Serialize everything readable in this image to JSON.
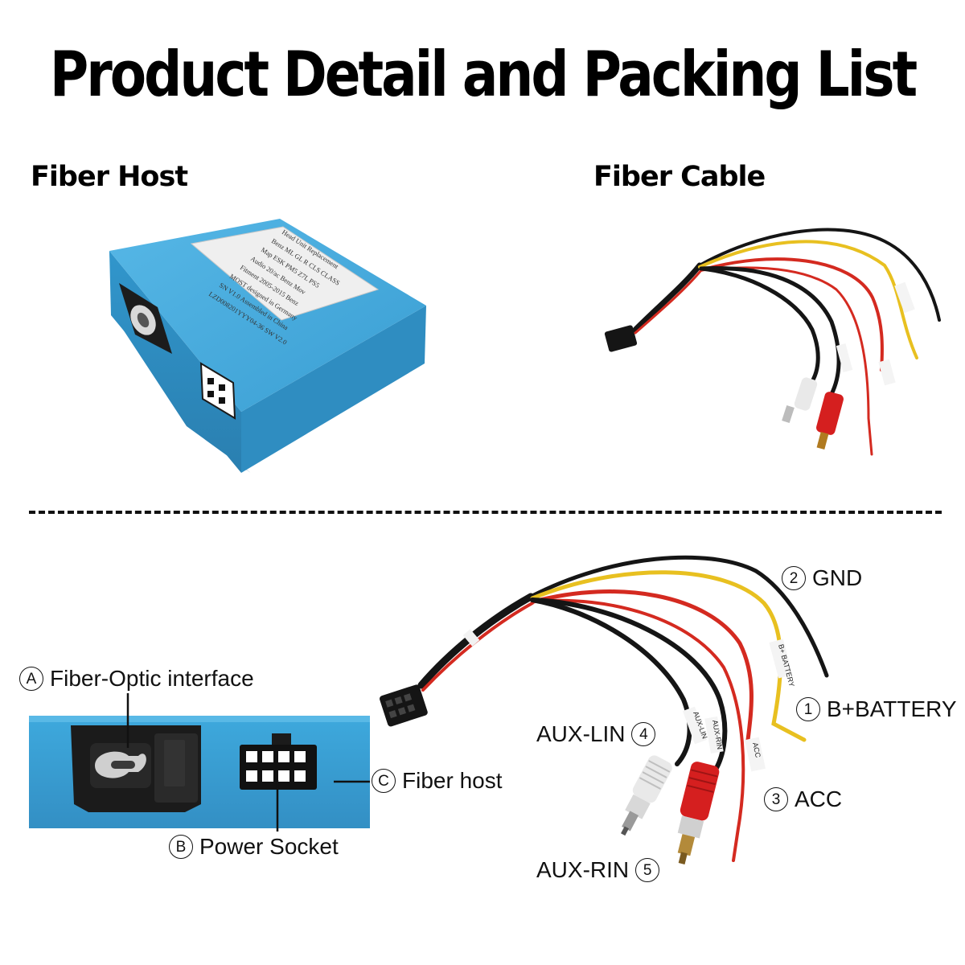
{
  "title": "Product Detail and Packing List",
  "sections": {
    "host_label": "Fiber Host",
    "cable_label": "Fiber Cable"
  },
  "host_sticker_lines": [
    "Head Unit Replacement",
    "Benz   ML GL R CLS CLASS",
    "Map    ESK PM5 Z7L PS5",
    "Audio  20/ac Benz Mov",
    "Fitment 2005-2015 Benz",
    "MOST   designed in Germany",
    "SN V1.0  Assembled in China",
    "LZD008201YYY04-36   SW V2.0"
  ],
  "callouts": {
    "a": {
      "marker": "A",
      "text": "Fiber-Optic interface"
    },
    "b": {
      "marker": "B",
      "text": "Power Socket"
    },
    "c": {
      "marker": "C",
      "text": "Fiber host"
    },
    "gnd": {
      "marker": "2",
      "text": "GND"
    },
    "battery": {
      "marker": "1",
      "text": "B+BATTERY"
    },
    "aux_lin": {
      "marker": "4",
      "text": "AUX-LIN"
    },
    "acc": {
      "marker": "3",
      "text": "ACC"
    },
    "aux_rin": {
      "marker": "5",
      "text": "AUX-RIN"
    }
  },
  "wire_tags": {
    "battery": "B+ BATTERY",
    "acc": "ACC",
    "aux_lin": "AUX-LIN",
    "aux_rin": "AUX-RIN"
  },
  "colors": {
    "host_blue": "#3aa6d8",
    "host_blue_dark": "#2b84b3",
    "wire_red": "#d42a20",
    "wire_yellow": "#e8c020",
    "wire_black": "#151515",
    "rca_red": "#d51f1f",
    "rca_white": "#e9e9e9"
  }
}
